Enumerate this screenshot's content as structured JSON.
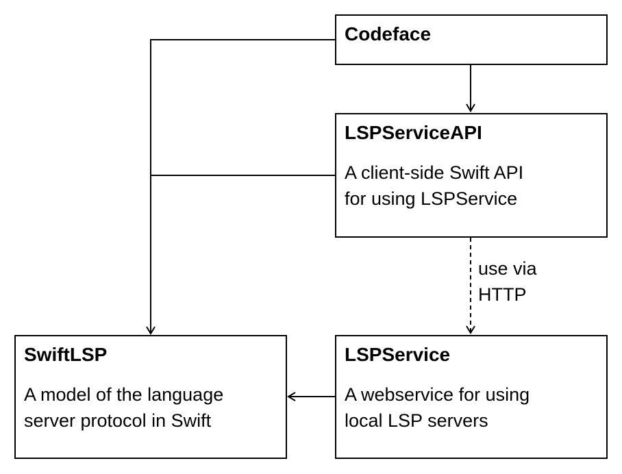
{
  "nodes": {
    "codeface": {
      "title": "Codeface"
    },
    "lspserviceapi": {
      "title": "LSPServiceAPI",
      "description_lines": [
        "A client-side Swift API",
        "for using LSPService"
      ]
    },
    "lspservice": {
      "title": "LSPService",
      "description_lines": [
        "A webservice for using",
        "local LSP servers"
      ]
    },
    "swiftlsp": {
      "title": "SwiftLSP",
      "description_lines": [
        "A model of the language",
        "server protocol in Swift"
      ]
    }
  },
  "edges": [
    {
      "from": "Codeface",
      "to": "LSPServiceAPI",
      "style": "solid"
    },
    {
      "from": "Codeface",
      "to": "SwiftLSP",
      "style": "solid"
    },
    {
      "from": "LSPServiceAPI",
      "to": "SwiftLSP",
      "style": "solid"
    },
    {
      "from": "LSPServiceAPI",
      "to": "LSPService",
      "style": "dashed",
      "label_lines": [
        "use via",
        "HTTP"
      ]
    },
    {
      "from": "LSPService",
      "to": "SwiftLSP",
      "style": "solid"
    }
  ],
  "colors": {
    "stroke": "#000000",
    "background": "#ffffff"
  }
}
